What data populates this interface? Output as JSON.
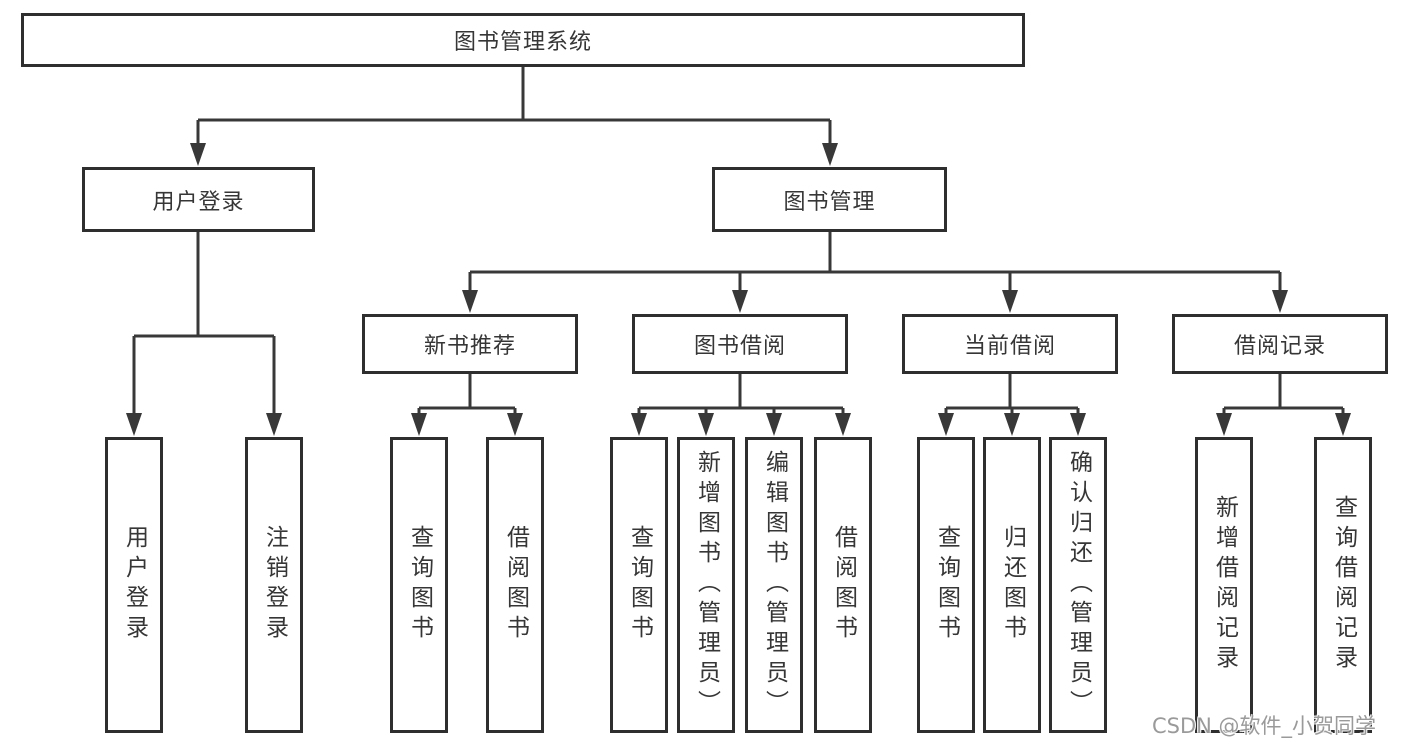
{
  "root": {
    "label": "图书管理系统"
  },
  "login": {
    "label": "用户登录",
    "children": [
      "用户登录",
      "注销登录"
    ]
  },
  "manage": {
    "label": "图书管理",
    "sections": [
      {
        "label": "新书推荐",
        "children": [
          "查询图书",
          "借阅图书"
        ]
      },
      {
        "label": "图书借阅",
        "children": [
          "查询图书",
          "新增图书（管理员）",
          "编辑图书（管理员）",
          "借阅图书"
        ]
      },
      {
        "label": "当前借阅",
        "children": [
          "查询图书",
          "归还图书",
          "确认归还（管理员）"
        ]
      },
      {
        "label": "借阅记录",
        "children": [
          "新增借阅记录",
          "查询借阅记录"
        ]
      }
    ]
  },
  "watermark": "CSDN @软件_小贺同学",
  "colors": {
    "line": "#383838",
    "border": "#2e2e2e",
    "text": "#363636",
    "watermark": "#9a9a9a",
    "background": "#ffffff"
  }
}
